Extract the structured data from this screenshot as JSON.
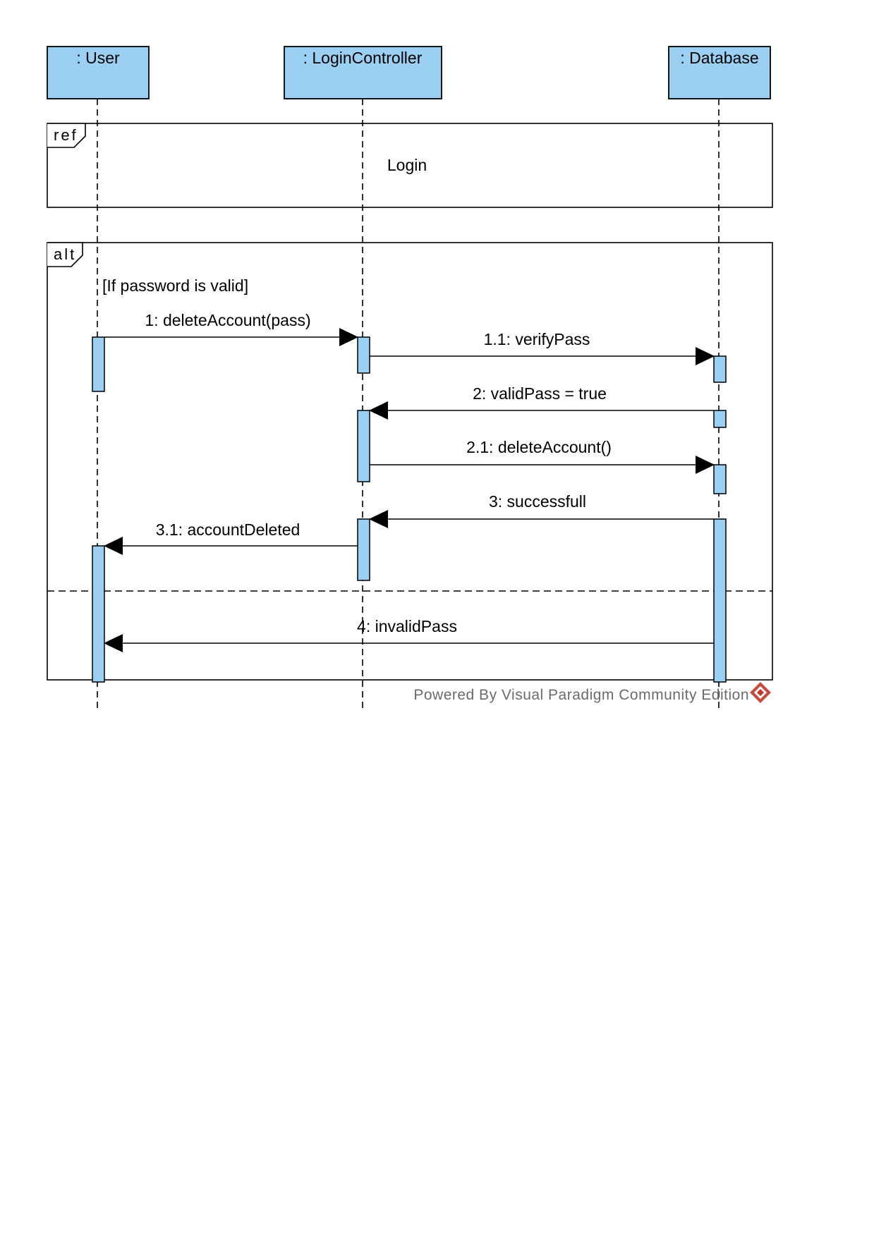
{
  "diagram": {
    "type": "sequence",
    "lifelines": [
      {
        "id": "user",
        "label": ": User"
      },
      {
        "id": "login",
        "label": ": LoginController"
      },
      {
        "id": "db",
        "label": ": Database"
      }
    ],
    "ref_frame": {
      "operator": "ref",
      "label": "Login"
    },
    "alt_frame": {
      "operator": "alt",
      "guard": "[If password is valid]"
    },
    "messages": [
      {
        "id": "m1",
        "from": "user",
        "to": "login",
        "label": "1: deleteAccount(pass)"
      },
      {
        "id": "m2",
        "from": "login",
        "to": "db",
        "label": "1.1: verifyPass"
      },
      {
        "id": "m3",
        "from": "db",
        "to": "login",
        "label": "2: validPass = true"
      },
      {
        "id": "m4",
        "from": "login",
        "to": "db",
        "label": "2.1: deleteAccount()"
      },
      {
        "id": "m5",
        "from": "db",
        "to": "login",
        "label": "3: successfull"
      },
      {
        "id": "m6",
        "from": "login",
        "to": "user",
        "label": "3.1: accountDeleted"
      },
      {
        "id": "m7",
        "from": "db",
        "to": "user",
        "label": "4: invalidPass"
      }
    ],
    "watermark": "Powered By Visual Paradigm Community Edition",
    "colors": {
      "lifeline_fill": "#9BD0F3",
      "stroke": "#000000",
      "watermark_logo": "#C0392B"
    }
  }
}
